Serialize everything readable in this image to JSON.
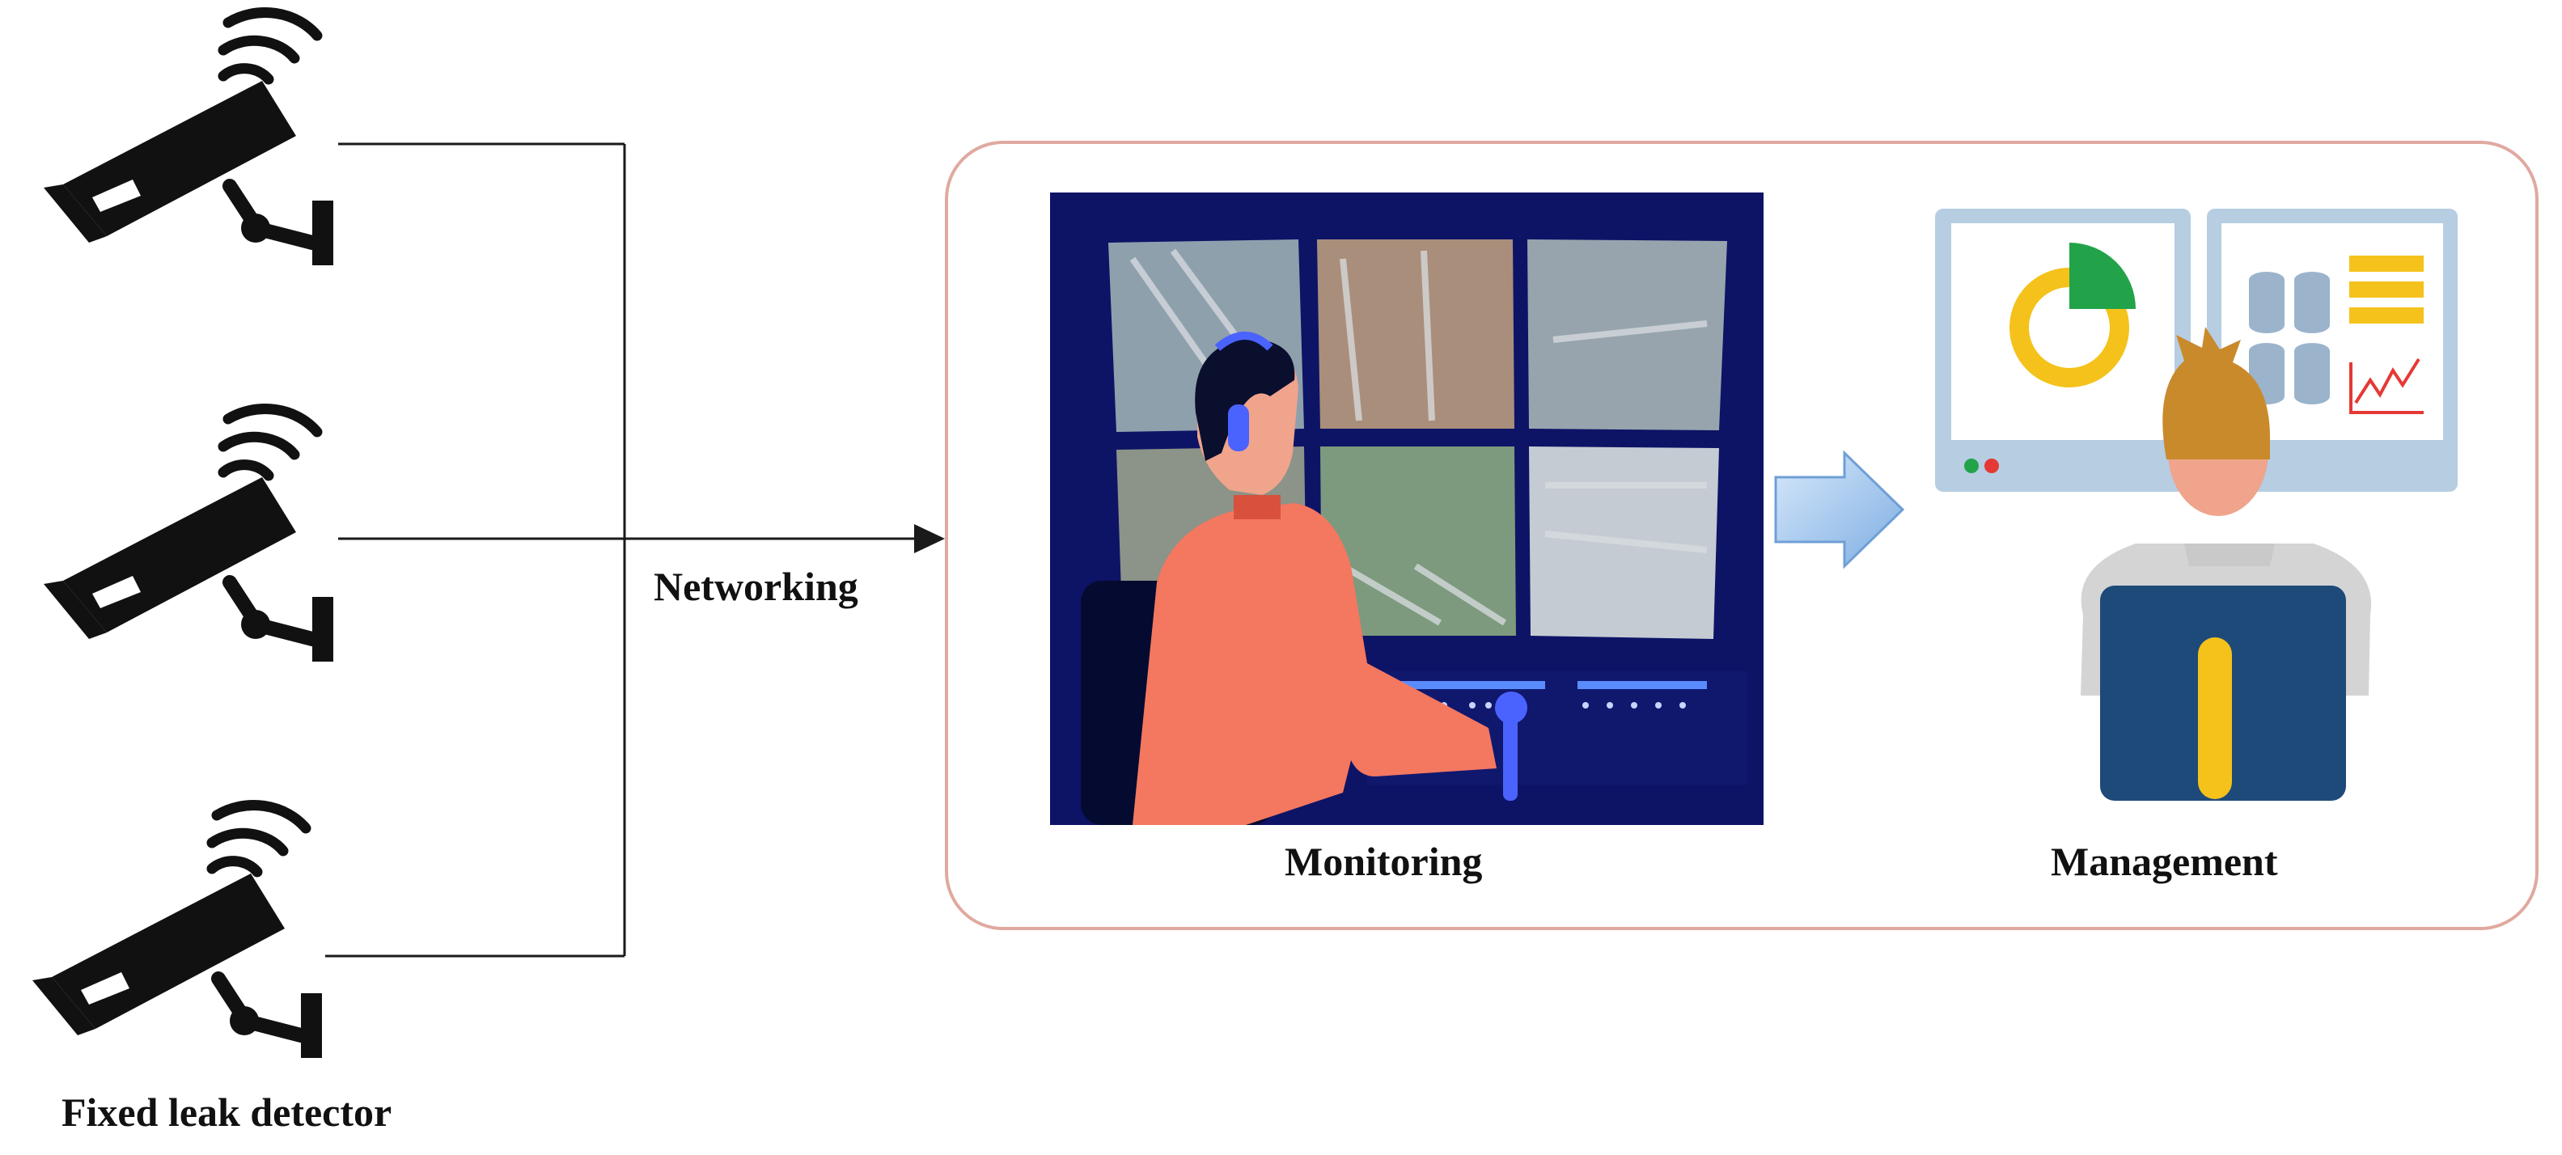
{
  "labels": {
    "detector": "Fixed leak detector",
    "networking": "Networking",
    "monitoring": "Monitoring",
    "management": "Management"
  },
  "cameras": [
    {
      "name": "camera-1",
      "icon": "cctv-camera-icon"
    },
    {
      "name": "camera-2",
      "icon": "cctv-camera-icon"
    },
    {
      "name": "camera-3",
      "icon": "cctv-camera-icon"
    }
  ],
  "colors": {
    "line": "#1a1a1a",
    "system_box_border": "#e0a9a0",
    "room_bg": "#0d1466",
    "operator_shirt": "#f47760",
    "arrow_fill": "#9cc3ec",
    "dashboard_frame": "#b6cde2",
    "donut": "#f4c21a",
    "donut_slice": "#22a34a",
    "manager_hair": "#c98a2c",
    "manager_vest": "#1e4a7a"
  }
}
